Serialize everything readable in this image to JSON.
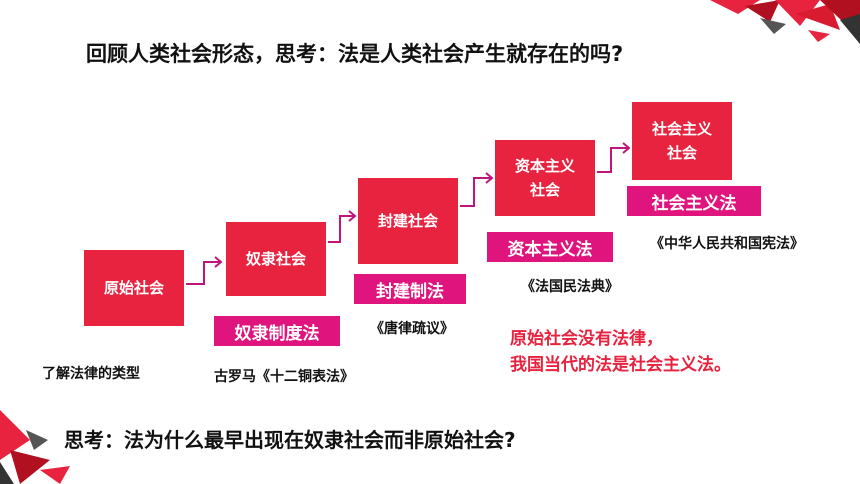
{
  "title": "回顾人类社会形态，思考：法是人类社会产生就存在的吗?",
  "stages": [
    {
      "name_lines": [
        "原始社会"
      ]
    },
    {
      "name_lines": [
        "奴隶社会"
      ]
    },
    {
      "name_lines": [
        "封建社会"
      ]
    },
    {
      "name_lines": [
        "资本主义",
        "社会"
      ]
    },
    {
      "name_lines": [
        "社会主义",
        "社会"
      ]
    }
  ],
  "law_types": [
    "奴隶制度法",
    "封建制法",
    "资本主义法",
    "社会主义法"
  ],
  "examples": [
    "古罗马《十二铜表法》",
    "《唐律疏议》",
    "《法国民法典》",
    "《中华人民共和国宪法》"
  ],
  "understand_label": "了解法律的类型",
  "note_lines": [
    "原始社会没有法律，",
    "我国当代的法是社会主义法。"
  ],
  "question": "思考：法为什么最早出现在奴隶社会而非原始社会?",
  "colors": {
    "stage_box": "#e8233f",
    "law_label": "#e0147d",
    "note_text": "#e8233f",
    "arrow": "#c0157a"
  },
  "icons": [
    "decorative-shards-top-right",
    "decorative-shards-bottom-left",
    "arrow-right-icon"
  ]
}
